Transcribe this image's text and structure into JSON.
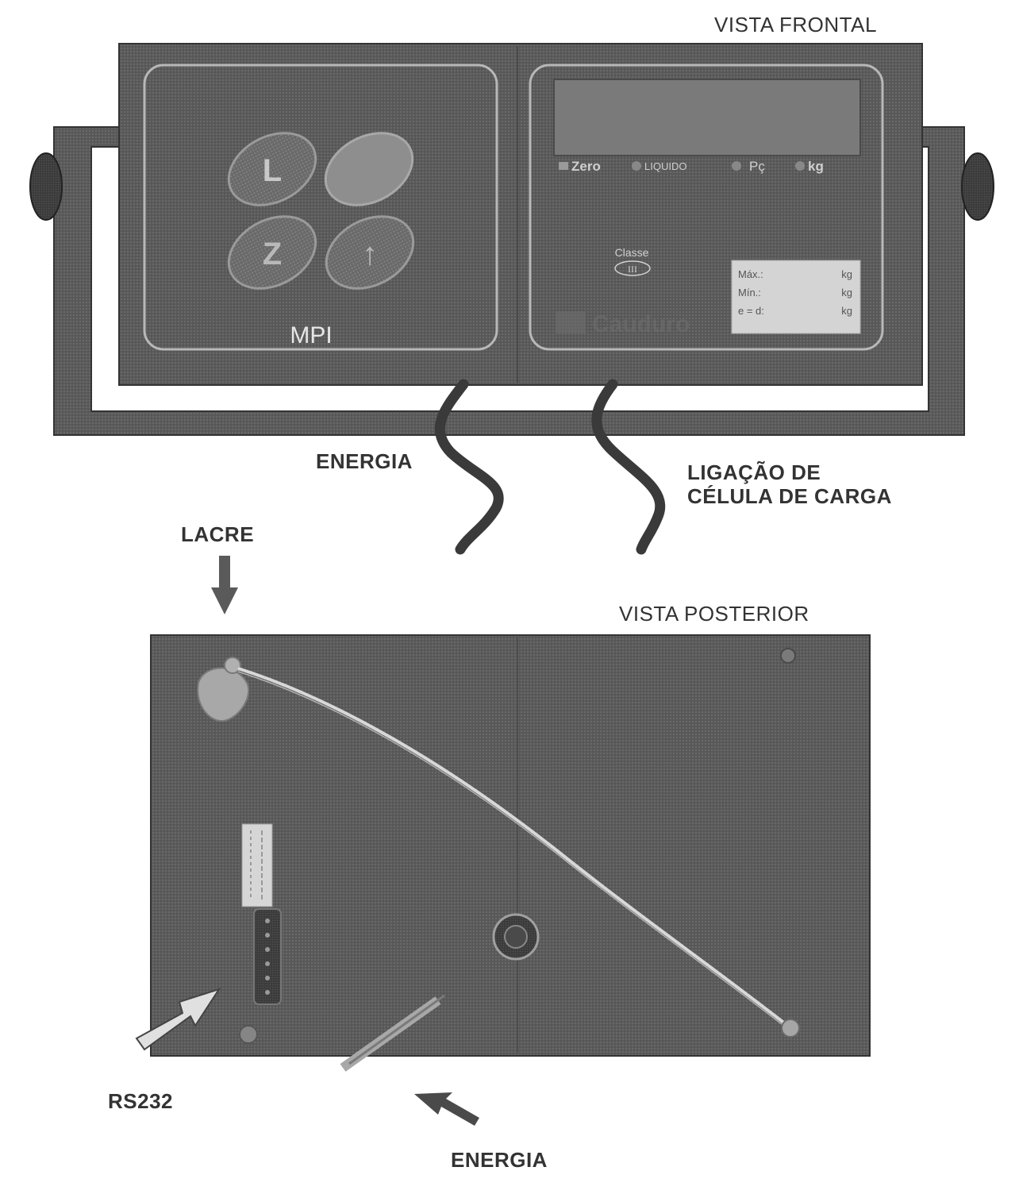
{
  "labels": {
    "front_view": "VISTA FRONTAL",
    "rear_view": "VISTA POSTERIOR",
    "power_top": "ENERGIA",
    "load_cell_line1": "LIGAÇÃO DE",
    "load_cell_line2": "CÉLULA DE CARGA",
    "seal": "LACRE",
    "rs232": "RS232",
    "power_bottom": "ENERGIA"
  },
  "keypad": {
    "brand": "MPI",
    "keys": [
      "L",
      "",
      "Z",
      "↑"
    ]
  },
  "indicators": {
    "zero": "Zero",
    "liquid": "LIQUIDO",
    "pc": "Pç",
    "kg": "kg"
  },
  "class_mark": {
    "label": "Classe",
    "symbol": "III"
  },
  "plate": {
    "rows": [
      {
        "name": "Máx.:",
        "unit": "kg"
      },
      {
        "name": "Mín.:",
        "unit": "kg"
      },
      {
        "name": "e = d:",
        "unit": "kg"
      }
    ]
  },
  "manufacturer_logo": "Cauduro"
}
